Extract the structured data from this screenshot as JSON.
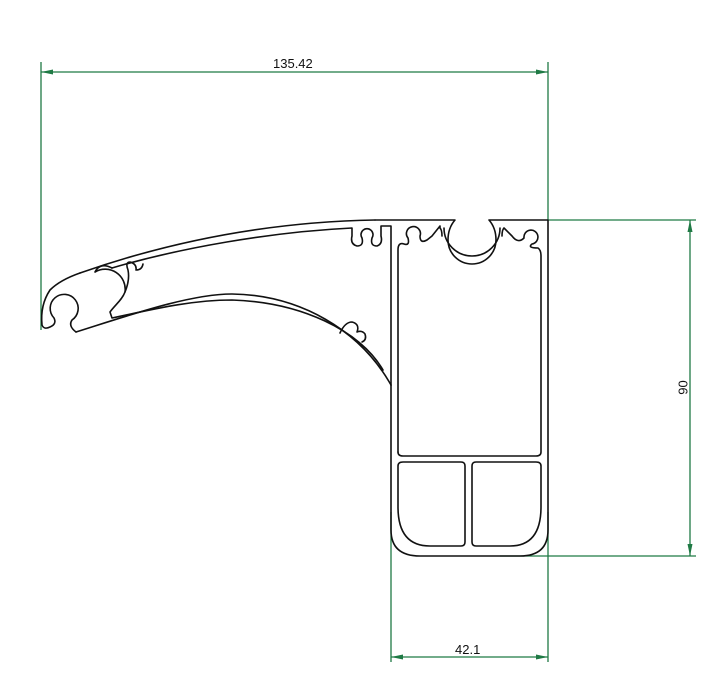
{
  "drawing": {
    "type": "aluminium-profile-cross-section",
    "line_color": "#111111",
    "dimension_color": "#1f7a45",
    "background": "#ffffff"
  },
  "dimensions": {
    "overall_width": {
      "value": "135.42",
      "orientation": "horizontal",
      "position": "top"
    },
    "height": {
      "value": "90",
      "orientation": "vertical",
      "position": "right"
    },
    "base_width": {
      "value": "42.1",
      "orientation": "horizontal",
      "position": "bottom"
    }
  }
}
